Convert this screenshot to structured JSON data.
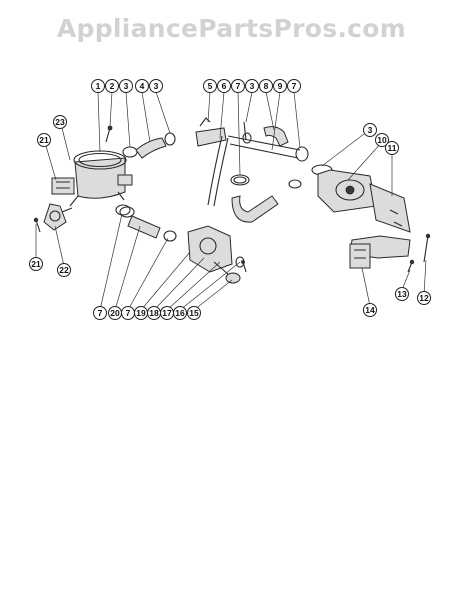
{
  "watermark": "AppliancePartsPros.com",
  "callouts": {
    "c1": "1",
    "c2": "2",
    "c3a": "3",
    "c4": "4",
    "c3b": "3",
    "c5": "5",
    "c6": "6",
    "c7a": "7",
    "c3c": "3",
    "c8": "8",
    "c9": "9",
    "c7b": "7",
    "c23": "23",
    "c21a": "21",
    "c3d": "3",
    "c10": "10",
    "c11": "11",
    "c21b": "21",
    "c22": "22",
    "c7c": "7",
    "c20": "20",
    "c7d": "7",
    "c19": "19",
    "c18": "18",
    "c17": "17",
    "c16": "16",
    "c15": "15",
    "c13": "13",
    "c12": "12",
    "c14": "14"
  },
  "colors": {
    "watermark": "#d2d2d2",
    "line": "#2a2a2a"
  }
}
